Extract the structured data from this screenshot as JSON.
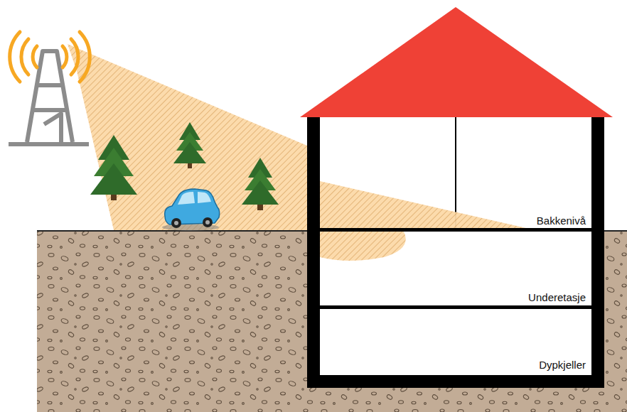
{
  "diagram": {
    "labels": [
      "Bakkenivå",
      "Underetasje",
      "Dypkjeller"
    ]
  }
}
